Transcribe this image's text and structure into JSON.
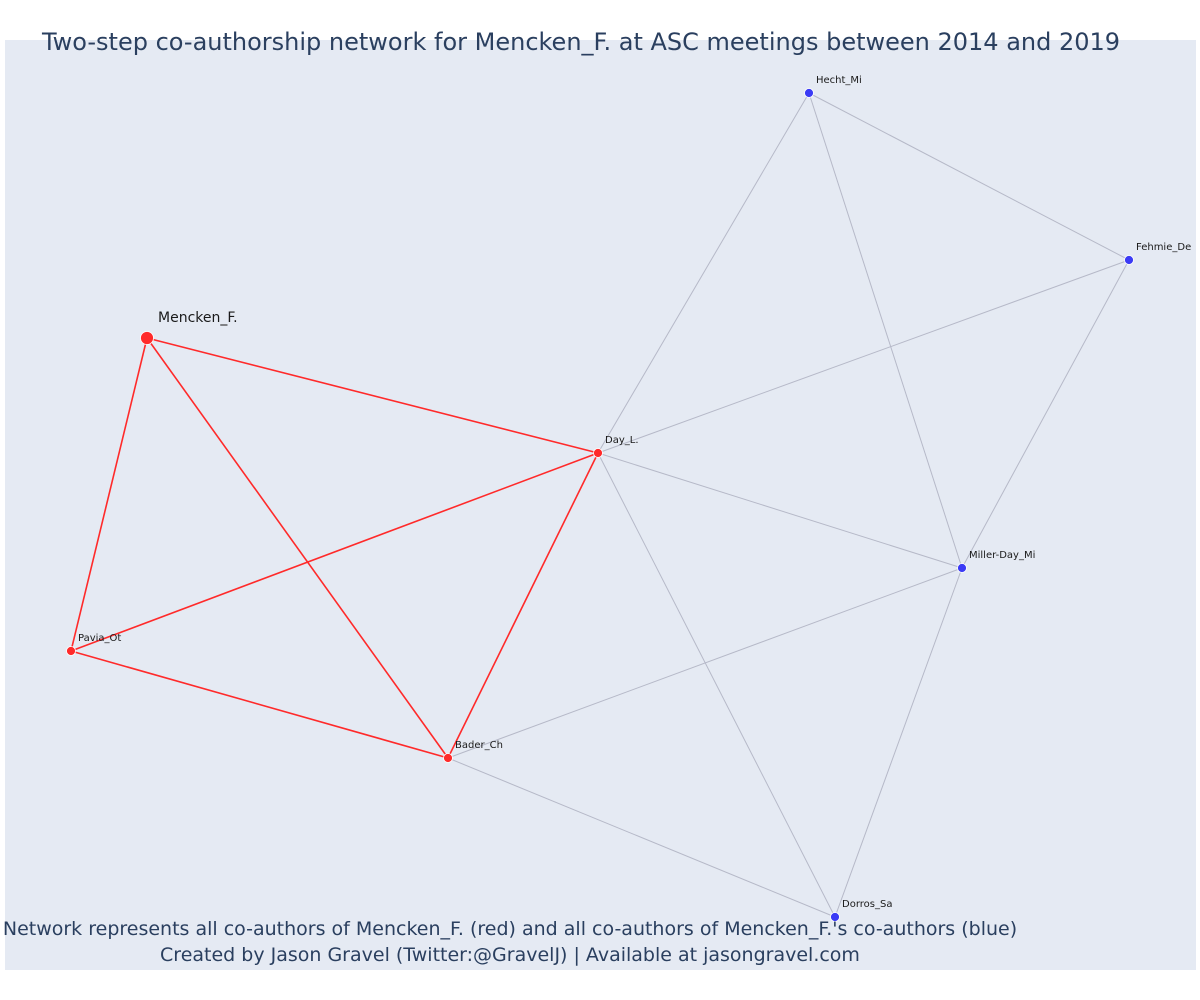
{
  "title": "Two-step co-authorship network for Mencken_F. at ASC meetings between 2014 and 2019",
  "footer": {
    "line1": "Network represents all co-authors of Mencken_F. (red) and all co-authors of Mencken_F.'s co-authors (blue)",
    "line2": "Created by Jason Gravel (Twitter:@GravelJ) | Available at jasongravel.com"
  },
  "colors": {
    "background": "#e5eaf3",
    "red": "#ff2a2a",
    "blue": "#3b3bf5",
    "grey_edge": "#b6b9c8",
    "text": "#2a3f5f"
  },
  "nodes": [
    {
      "id": "Mencken_F.",
      "label": "Mencken_F.",
      "group": "focal"
    },
    {
      "id": "Day_L.",
      "label": "Day_L.",
      "group": "red"
    },
    {
      "id": "Pavia_Ot",
      "label": "Pavia_Ot",
      "group": "red"
    },
    {
      "id": "Bader_Ch",
      "label": "Bader_Ch",
      "group": "red"
    },
    {
      "id": "Hecht_Mi",
      "label": "Hecht_Mi",
      "group": "blue"
    },
    {
      "id": "Fehmie_De",
      "label": "Fehmie_De",
      "group": "blue"
    },
    {
      "id": "Miller-Day_Mi",
      "label": "Miller-Day_Mi",
      "group": "blue"
    },
    {
      "id": "Dorros_Sa",
      "label": "Dorros_Sa",
      "group": "blue"
    }
  ],
  "edges": [
    {
      "source": "Mencken_F.",
      "target": "Day_L.",
      "type": "red"
    },
    {
      "source": "Mencken_F.",
      "target": "Pavia_Ot",
      "type": "red"
    },
    {
      "source": "Mencken_F.",
      "target": "Bader_Ch",
      "type": "red"
    },
    {
      "source": "Pavia_Ot",
      "target": "Day_L.",
      "type": "red"
    },
    {
      "source": "Pavia_Ot",
      "target": "Bader_Ch",
      "type": "red"
    },
    {
      "source": "Bader_Ch",
      "target": "Day_L.",
      "type": "red"
    },
    {
      "source": "Day_L.",
      "target": "Hecht_Mi",
      "type": "grey"
    },
    {
      "source": "Day_L.",
      "target": "Fehmie_De",
      "type": "grey"
    },
    {
      "source": "Day_L.",
      "target": "Miller-Day_Mi",
      "type": "grey"
    },
    {
      "source": "Day_L.",
      "target": "Dorros_Sa",
      "type": "grey"
    },
    {
      "source": "Hecht_Mi",
      "target": "Fehmie_De",
      "type": "grey"
    },
    {
      "source": "Hecht_Mi",
      "target": "Miller-Day_Mi",
      "type": "grey"
    },
    {
      "source": "Fehmie_De",
      "target": "Miller-Day_Mi",
      "type": "grey"
    },
    {
      "source": "Miller-Day_Mi",
      "target": "Bader_Ch",
      "type": "grey"
    },
    {
      "source": "Miller-Day_Mi",
      "target": "Dorros_Sa",
      "type": "grey"
    },
    {
      "source": "Bader_Ch",
      "target": "Dorros_Sa",
      "type": "grey"
    }
  ]
}
